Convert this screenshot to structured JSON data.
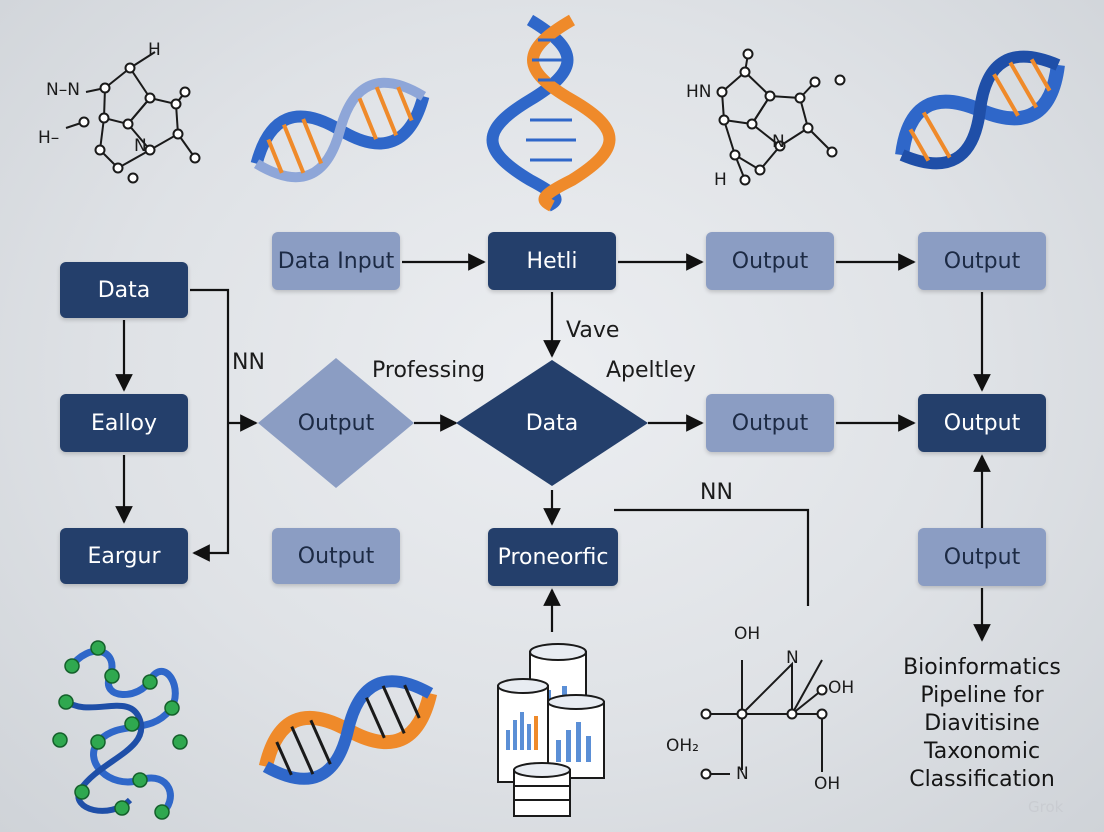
{
  "colors": {
    "dark_node": "#243f6b",
    "light_node": "#8b9dc3",
    "helix_blue": "#2f67c9",
    "helix_orange": "#ef8a2a",
    "protein_green": "#2fa84f"
  },
  "nodes": {
    "data_top_left": "Data",
    "ealloy": "Ealloy",
    "eargur": "Eargur",
    "data_input": "Data Input",
    "hetli": "Hetli",
    "output_row1_a": "Output",
    "output_row1_b": "Output",
    "output_diamond": "Output",
    "data_diamond": "Data",
    "output_row2_a": "Output",
    "output_row2_b": "Output",
    "output_row3_a": "Output",
    "proneorfic": "Proneorfic",
    "output_row3_b": "Output"
  },
  "edge_labels": {
    "nn_left": "NN",
    "professing": "Professing",
    "vave": "Vave",
    "apeltley": "Apeltley",
    "nn_right": "NN"
  },
  "chem_labels": {
    "m1_h": "H",
    "m1_nn": "N–N",
    "m1_h2": "H–",
    "m1_n": "N",
    "m2_hn": "HN",
    "m2_n": "N",
    "m2_h": "H",
    "m3_oh1": "OH",
    "m3_n": "N",
    "m3_oh2": "OH",
    "m3_oh3": "OH",
    "m3_oh2b": "OH₂",
    "m3_n2": "N"
  },
  "caption": [
    "Bioinformatics",
    "Pipeline for",
    "Diavitisine",
    "Taxonomic",
    "Classification"
  ],
  "watermark": "Grok",
  "icons": [
    "molecule-icon",
    "dna-helix-icon",
    "protein-chain-icon",
    "database-chart-icon"
  ]
}
